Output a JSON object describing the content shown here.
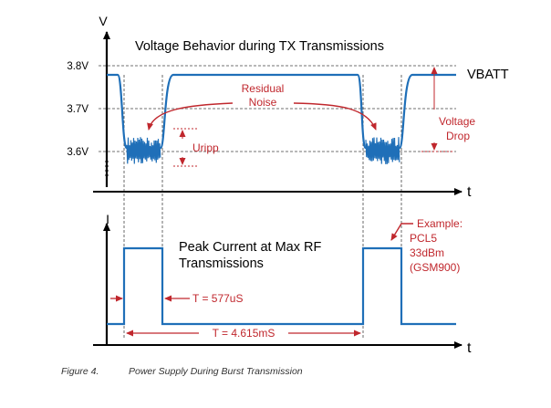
{
  "diagram": {
    "title_voltage": "Voltage Behavior during TX Transmissions",
    "title_current_line1": "Peak Current at Max RF",
    "title_current_line2": "Transmissions",
    "axis_v_label": "V",
    "axis_i_label": "I",
    "axis_t_label_top": "t",
    "axis_t_label_bottom": "t",
    "tick_38": "3.8V",
    "tick_37": "3.7V",
    "tick_36": "3.6V",
    "vbatt_label": "VBATT",
    "residual_noise_line1": "Residual",
    "residual_noise_line2": "Noise",
    "uripp_label": "Uripp",
    "voltage_drop_line1": "Voltage",
    "voltage_drop_line2": "Drop",
    "example_lines": [
      "Example:",
      "PCL5",
      "33dBm",
      "(GSM900)"
    ],
    "pulse_width_label": "T = 577uS",
    "period_label": "T = 4.615mS",
    "colors": {
      "signal": "#1f6fb8",
      "annotation": "#c0272d",
      "axis": "#000000"
    }
  },
  "caption": {
    "number": "Figure 4.",
    "text": "Power Supply During Burst Transmission"
  }
}
